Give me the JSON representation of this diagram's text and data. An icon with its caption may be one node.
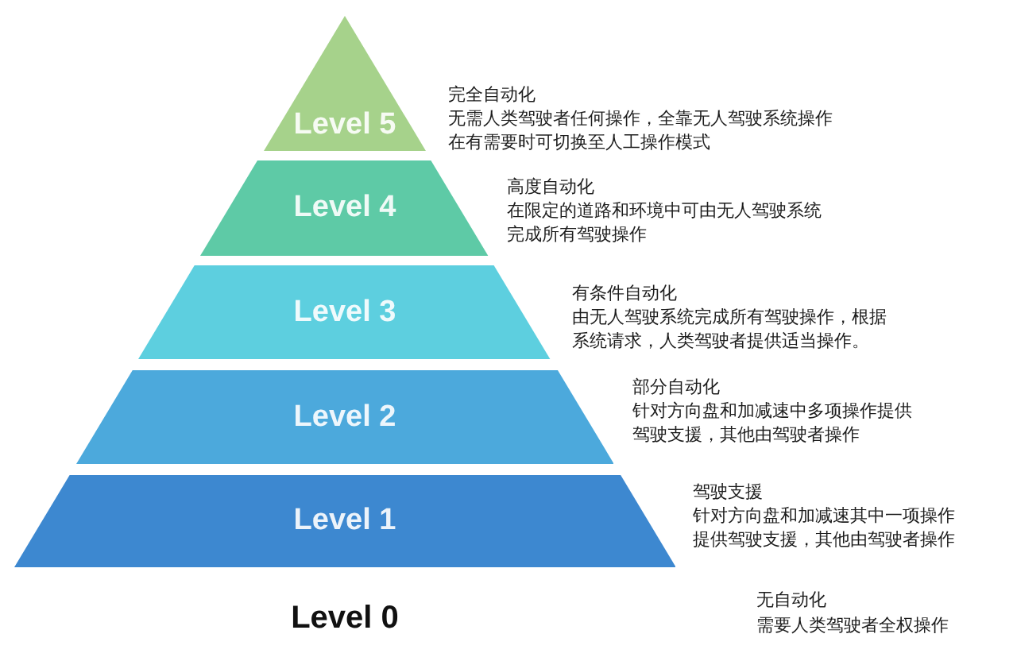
{
  "diagram": {
    "nodes": [
      {
        "text": [
          "Level 5"
        ],
        "beside": [
          "完全自动化",
          "无需人类驾驶者任何操作，全靠无人驾驶系统操作在有需要时可切换至人工操作模式"
        ]
      },
      {
        "text": [
          "Level 4"
        ],
        "beside": [
          "高度自动化",
          "在限定的道路和环境中可由无人驾驶系统完成所有驾驶操作"
        ]
      },
      {
        "text": [
          "Level 3"
        ],
        "beside": [
          "有条件自动化",
          "由无人驾驶系统完成所有驾驶操作，根据系统请求，人类驾驶者提供适当操作。"
        ]
      },
      {
        "text": [
          "Level 2"
        ],
        "beside": [
          "部分自动化",
          "针对方向盘和加减速中多项操作提供驾驶支援，其他由驾驶者操作"
        ]
      },
      {
        "text": [
          "Level 1"
        ],
        "beside": [
          "驾驶支援",
          "针对方向盘和加减速其中一项操作提供驾驶支援，其他由驾驶者操作"
        ]
      }
    ],
    "labels": [
      "Level 0",
      "无自动化",
      "需要人类驾驶者全权操作"
    ]
  }
}
